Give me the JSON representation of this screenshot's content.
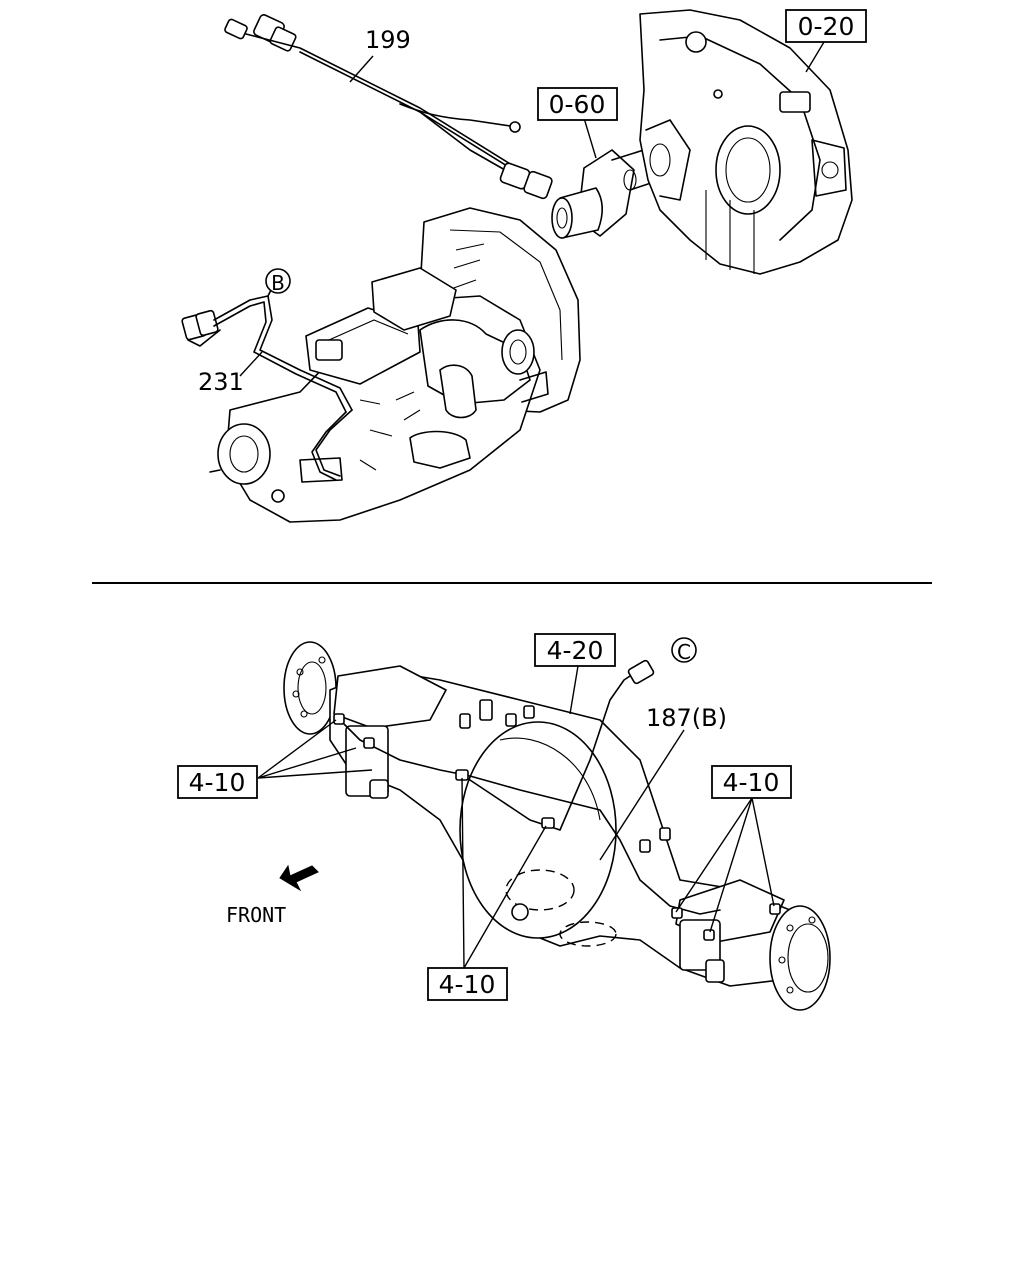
{
  "labels": {
    "wire_harness_199": "199",
    "bellhousing_ref": "0-20",
    "starter_ref": "0-60",
    "connector_b": "B",
    "harness_231": "231",
    "axle_ref": "4-20",
    "connector_c": "C",
    "harness_187b": "187(B)",
    "clip_ref_left": "4-10",
    "clip_ref_right": "4-10",
    "clip_ref_bottom": "4-10",
    "front": "FRONT"
  }
}
